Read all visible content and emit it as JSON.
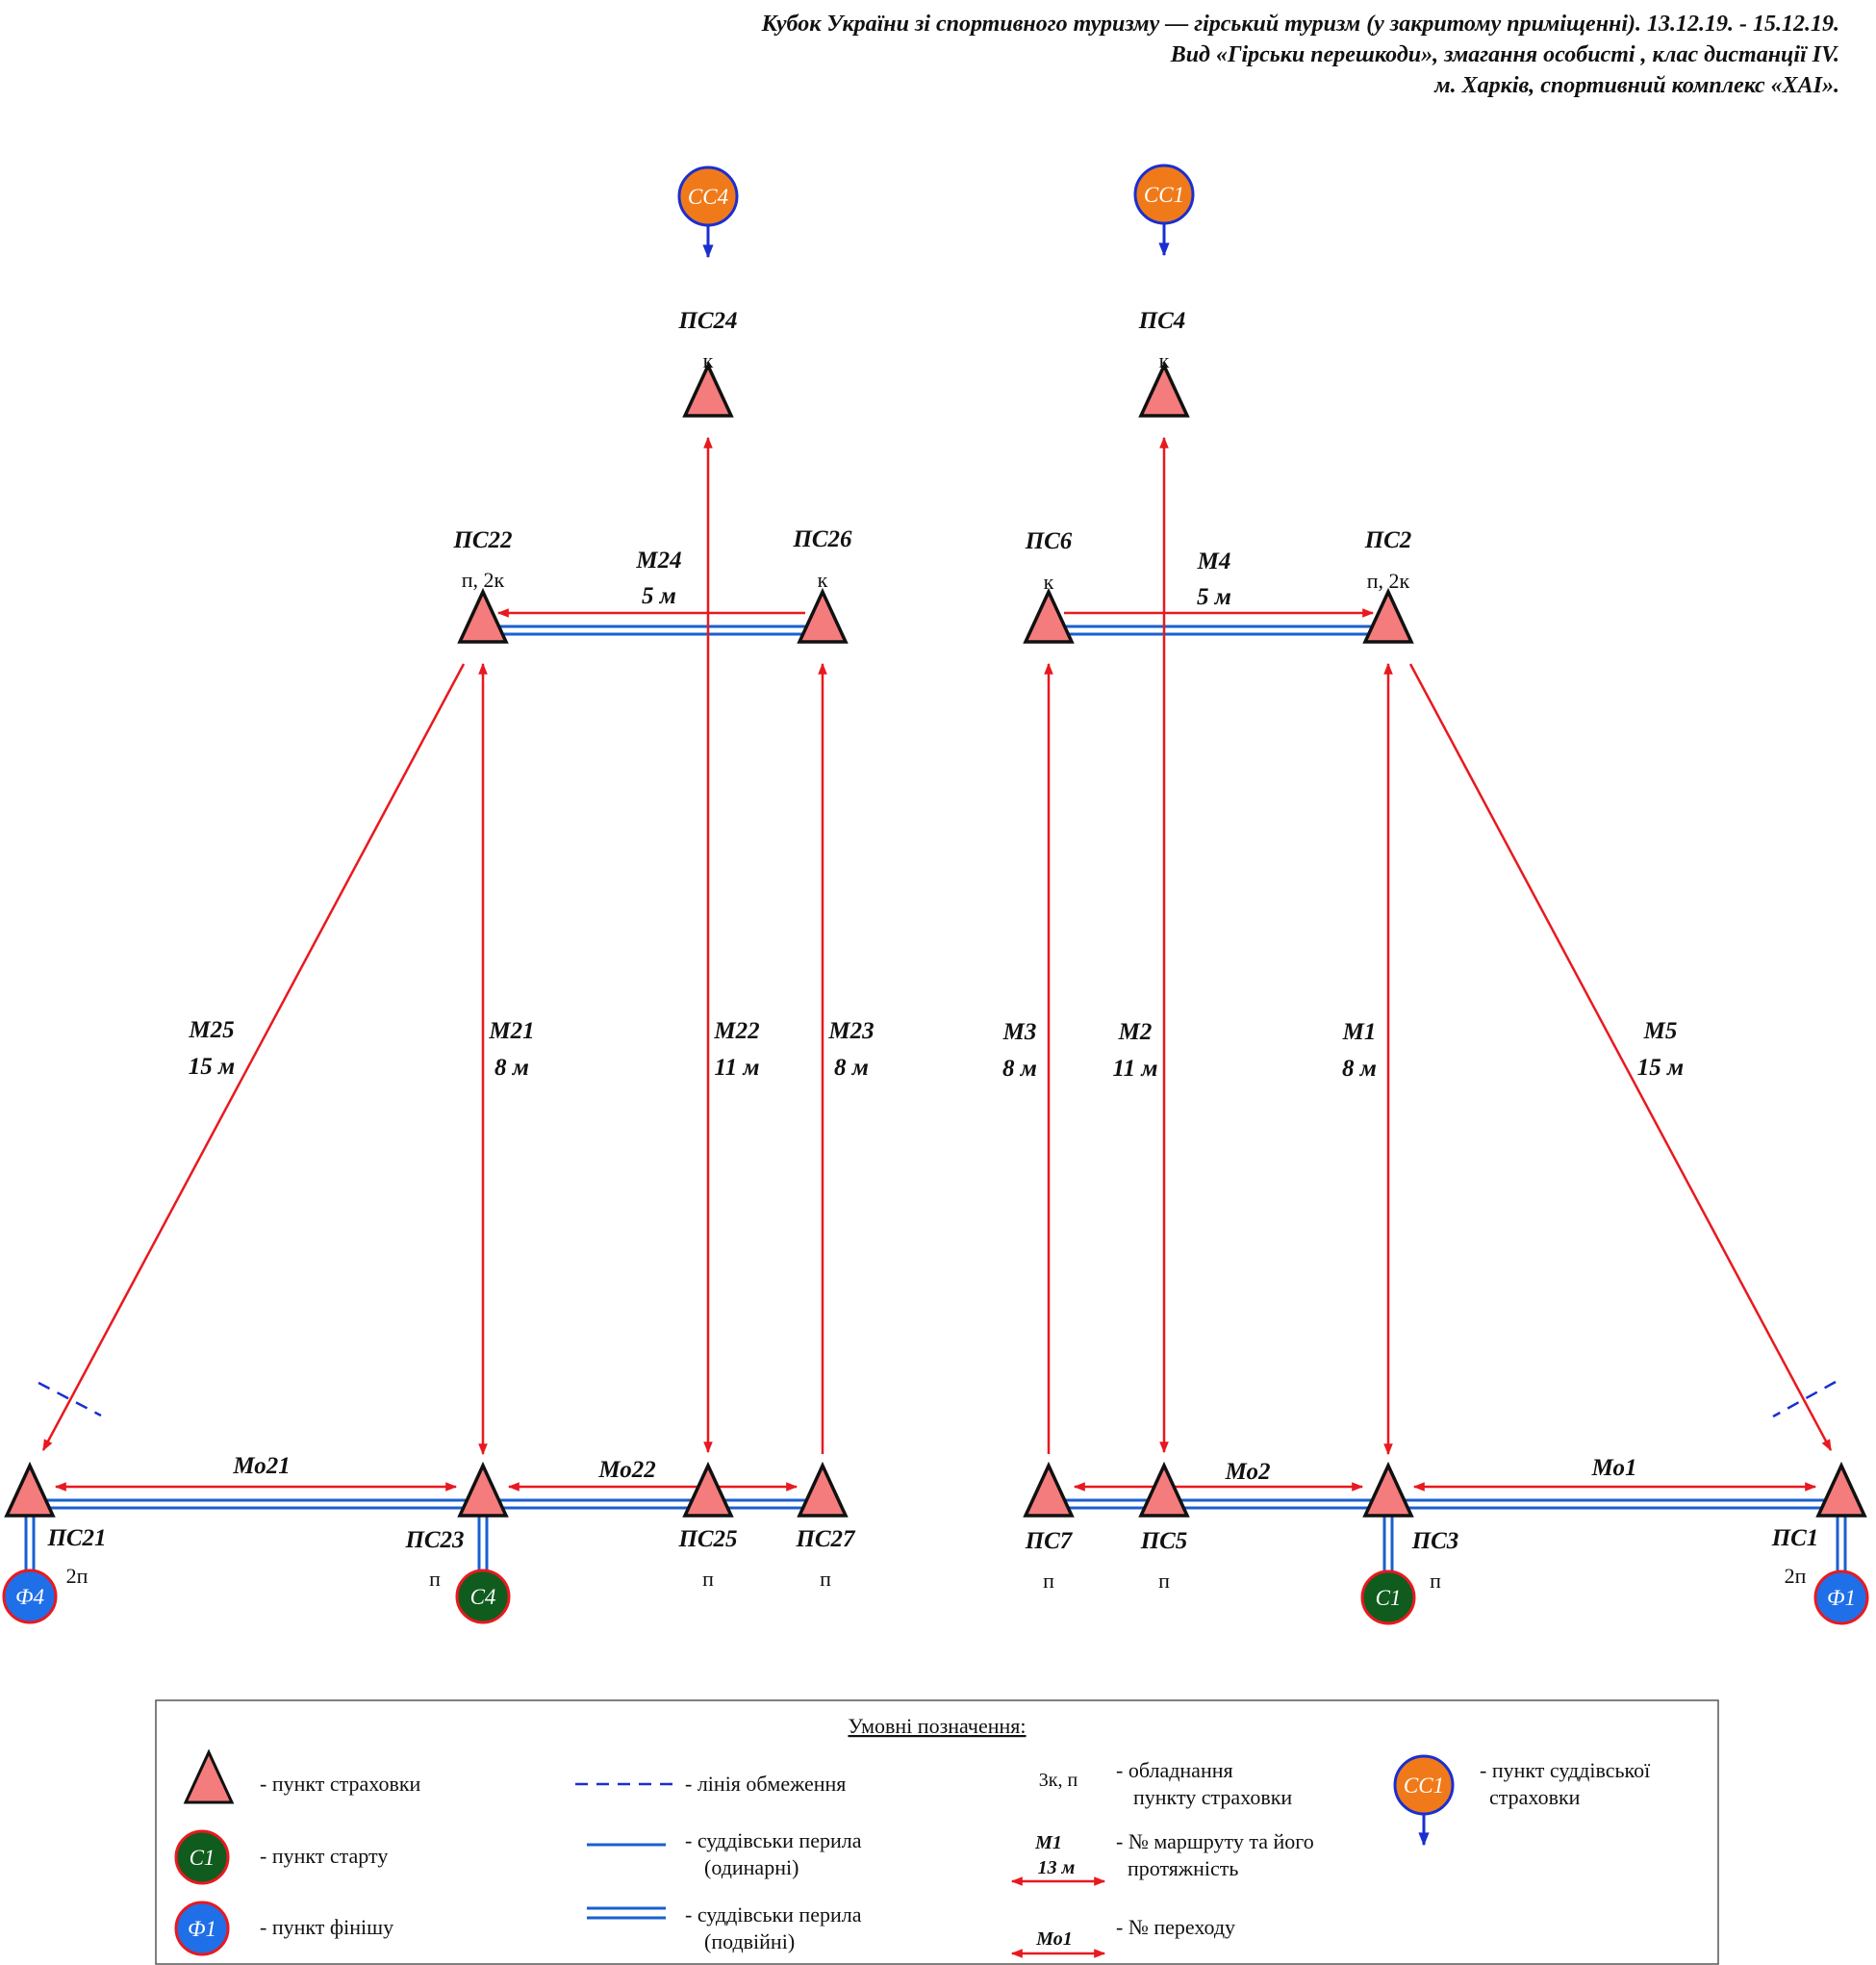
{
  "header": {
    "line1": "Кубок України зі спортивного туризму — гірський туризм (у закритому приміщенні). 13.12.19. - 15.12.19.",
    "line2": "Вид «Гірськи перешкоди», змагання особисті , клас дистанції IV.",
    "line3": "м. Харків, спортивний комплекс «ХАІ»."
  },
  "colors": {
    "triangle_fill": "#f47c7c",
    "route_red": "#e8191f",
    "rail_blue": "#1a5fcf",
    "start_green": "#0f5c1e",
    "finish_blue": "#1f6fe8",
    "judge_orange": "#f07a1a",
    "judge_arrow": "#1a2fd0"
  },
  "points": [
    {
      "id": "ps24",
      "label": "ПС24",
      "sub": "к"
    },
    {
      "id": "ps4",
      "label": "ПС4",
      "sub": "к"
    },
    {
      "id": "ps22",
      "label": "ПС22",
      "sub": "п, 2к"
    },
    {
      "id": "ps26",
      "label": "ПС26",
      "sub": "к"
    },
    {
      "id": "ps6",
      "label": "ПС6",
      "sub": "к"
    },
    {
      "id": "ps2",
      "label": "ПС2",
      "sub": "п, 2к"
    },
    {
      "id": "ps21",
      "label": "ПС21",
      "sub": "2п"
    },
    {
      "id": "ps23",
      "label": "ПС23",
      "sub": "п"
    },
    {
      "id": "ps25",
      "label": "ПС25",
      "sub": "п"
    },
    {
      "id": "ps27",
      "label": "ПС27",
      "sub": "п"
    },
    {
      "id": "ps7",
      "label": "ПС7",
      "sub": "п"
    },
    {
      "id": "ps5",
      "label": "ПС5",
      "sub": "п"
    },
    {
      "id": "ps3",
      "label": "ПС3",
      "sub": "п"
    },
    {
      "id": "ps1",
      "label": "ПС1",
      "sub": "2п"
    }
  ],
  "judge_points": [
    {
      "id": "cc4",
      "label": "СС4"
    },
    {
      "id": "cc1",
      "label": "СС1"
    }
  ],
  "start_points": [
    {
      "id": "c4",
      "label": "С4"
    },
    {
      "id": "c1",
      "label": "С1"
    }
  ],
  "finish_points": [
    {
      "id": "f4",
      "label": "Ф4"
    },
    {
      "id": "f1",
      "label": "Ф1"
    }
  ],
  "routes": [
    {
      "id": "m25",
      "name": "М25",
      "length": "15 м"
    },
    {
      "id": "m21",
      "name": "М21",
      "length": "8 м"
    },
    {
      "id": "m22",
      "name": "М22",
      "length": "11 м"
    },
    {
      "id": "m23",
      "name": "М23",
      "length": "8 м"
    },
    {
      "id": "m24",
      "name": "М24",
      "length": "5 м"
    },
    {
      "id": "m3",
      "name": "М3",
      "length": "8 м"
    },
    {
      "id": "m2",
      "name": "М2",
      "length": "11 м"
    },
    {
      "id": "m1",
      "name": "М1",
      "length": "8 м"
    },
    {
      "id": "m5",
      "name": "М5",
      "length": "15 м"
    },
    {
      "id": "m4",
      "name": "М4",
      "length": "5 м"
    }
  ],
  "crossings": [
    {
      "id": "mo21",
      "name": "Мо21"
    },
    {
      "id": "mo22",
      "name": "Мо22"
    },
    {
      "id": "mo2",
      "name": "Мо2"
    },
    {
      "id": "mo1",
      "name": "Мо1"
    }
  ],
  "legend": {
    "title": "Умовні позначення:",
    "belay_point": "- пункт страховки",
    "start_point": "- пункт старту",
    "start_sample": "С1",
    "finish_point": "- пункт фінішу",
    "finish_sample": "Ф1",
    "restriction_line": "- лінія обмеження",
    "rail_single_1": "- суддівськи перила",
    "rail_single_2": "(одинарні)",
    "rail_double_1": "- суддівськи перила",
    "rail_double_2": "(подвійні)",
    "equip_sample": "3к, п",
    "equip_1": "- обладнання",
    "equip_2": "пункту страховки",
    "route_sample_name": "М1",
    "route_sample_len": "13 м",
    "route_desc_1": "- № маршруту та його",
    "route_desc_2": "протяжність",
    "crossing_sample": "Мо1",
    "crossing_desc": "- № переходу",
    "judge_sample": "СС1",
    "judge_desc_1": "- пункт суддівської",
    "judge_desc_2": "страховки"
  }
}
